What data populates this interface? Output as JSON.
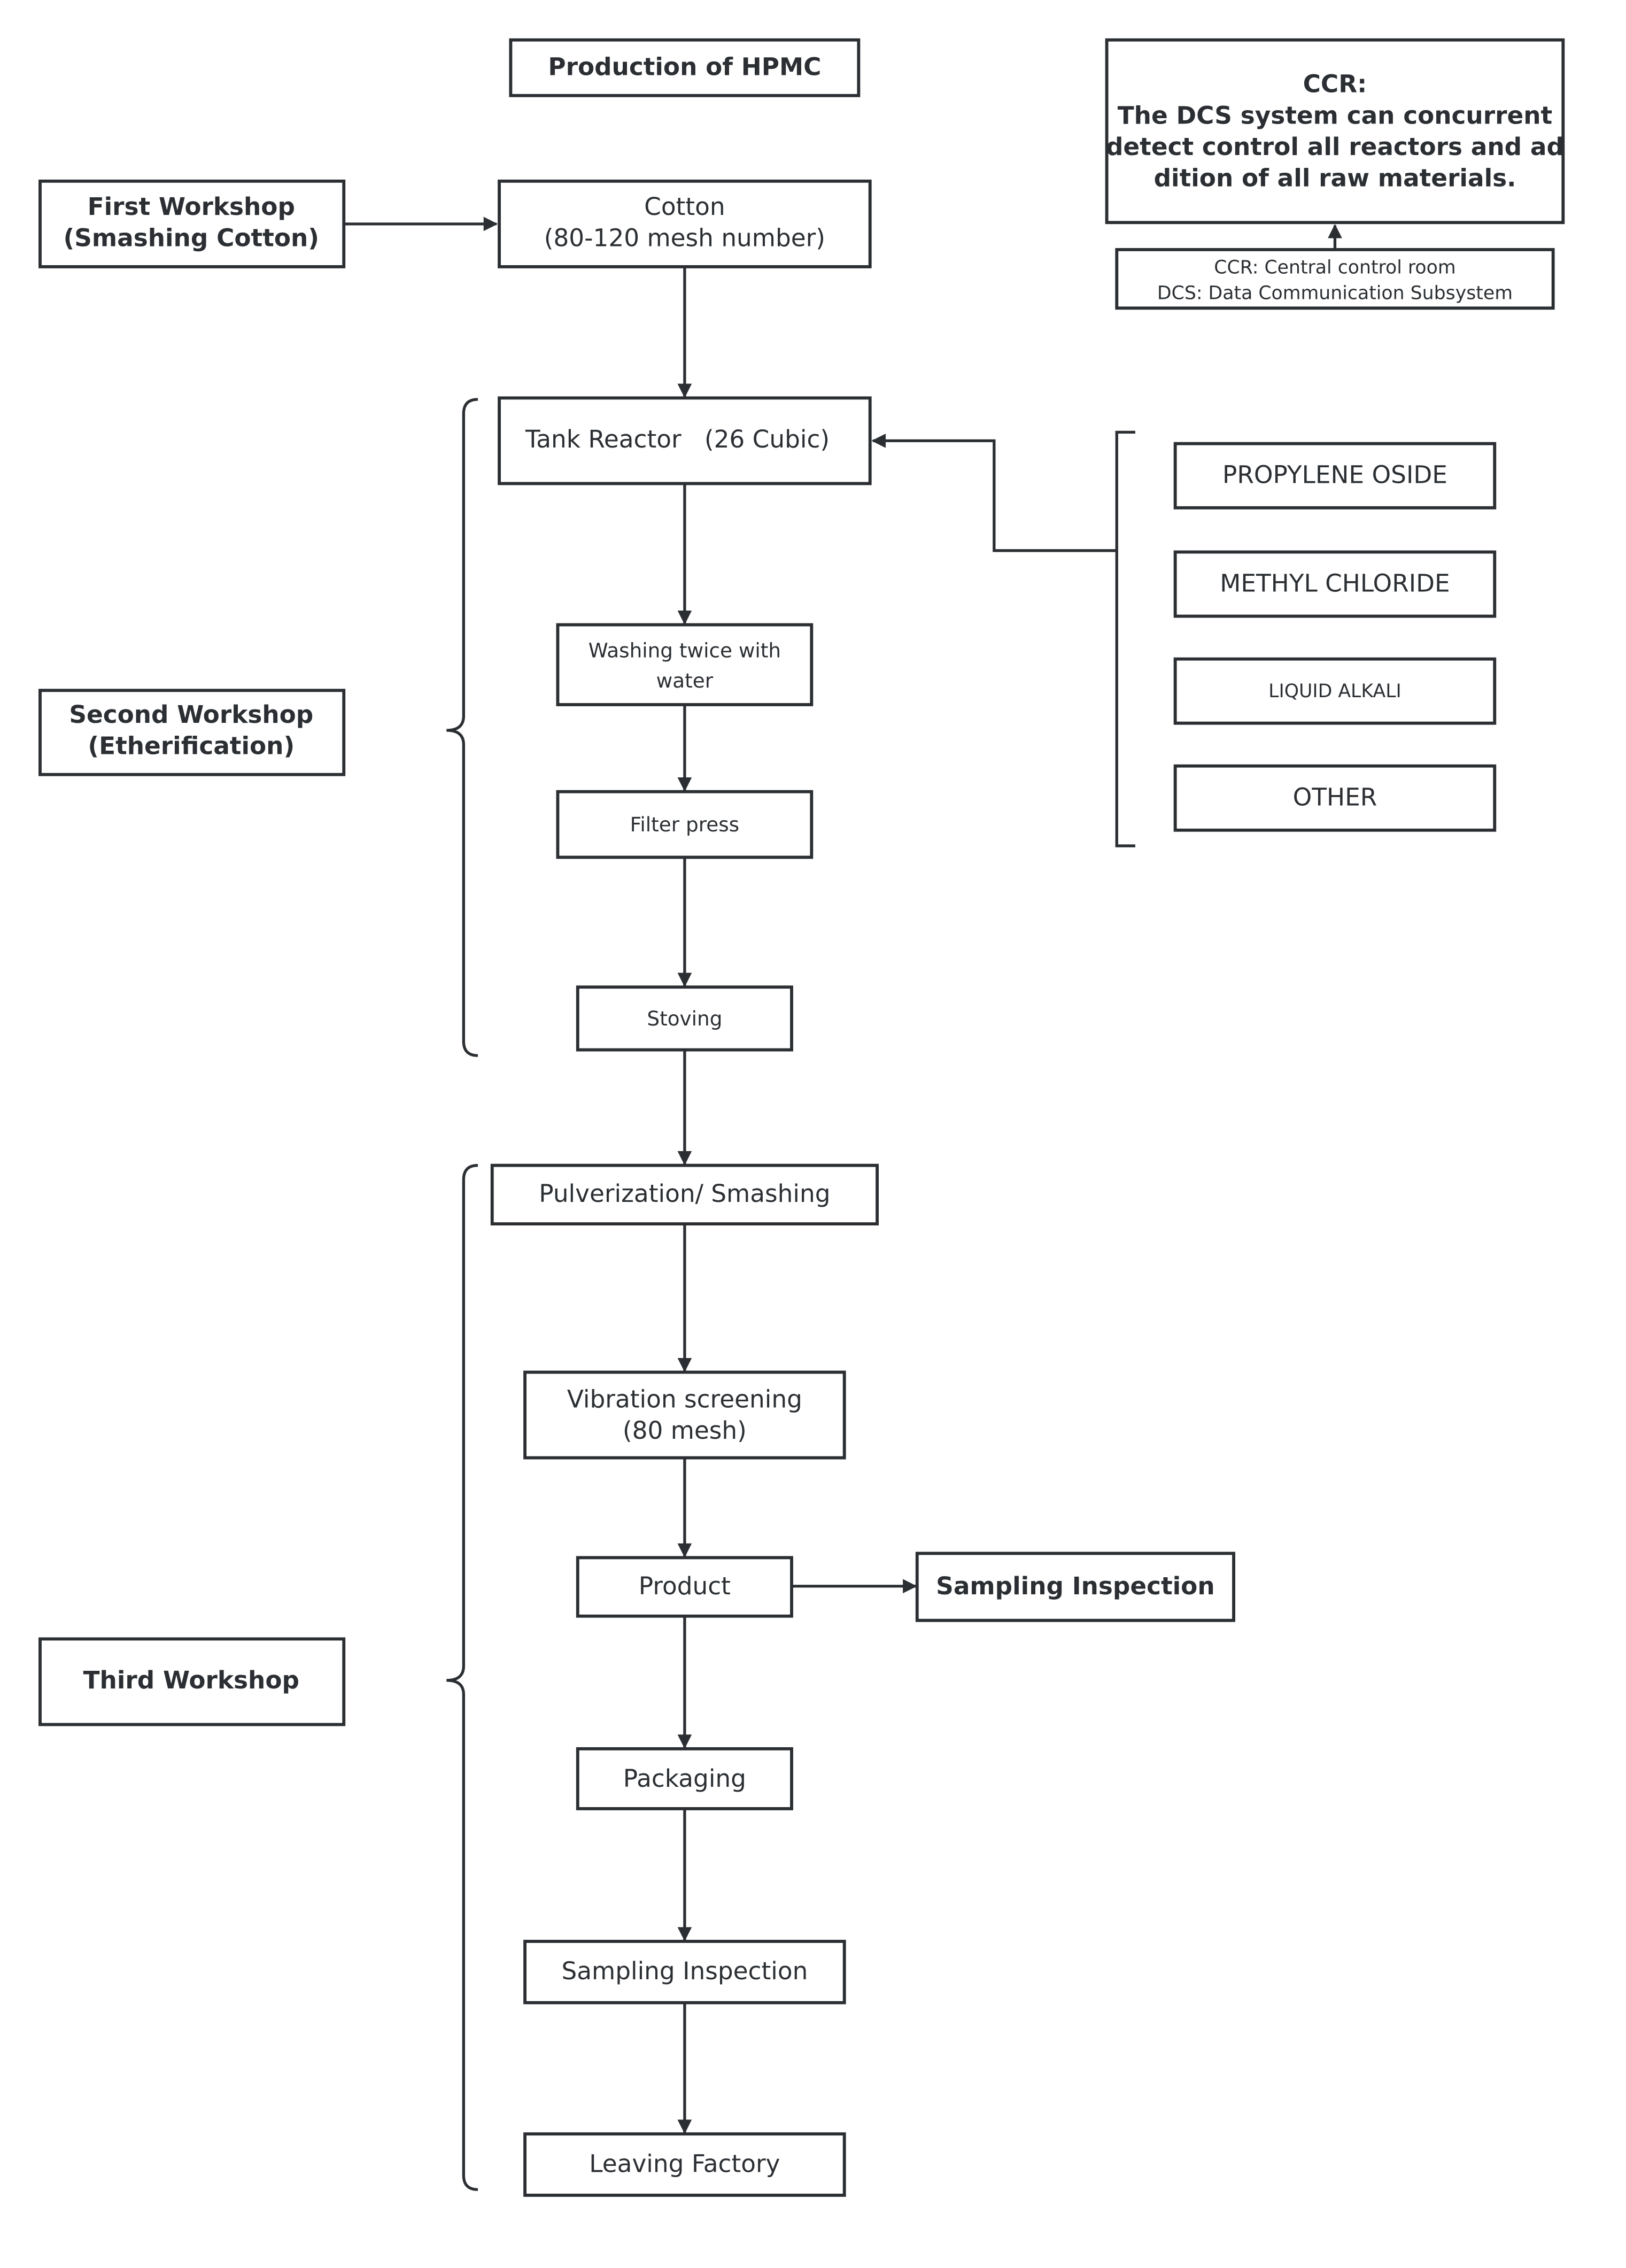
{
  "title": "Production of HPMC",
  "ccr": {
    "lines": [
      "CCR:",
      "The DCS system can concurrent",
      "detect control all reactors and ad",
      "dition of all raw materials."
    ],
    "legend": [
      "CCR:  Central control room",
      "DCS:  Data Communication Subsystem"
    ]
  },
  "workshops": {
    "first": [
      "First Workshop",
      "(Smashing Cotton)"
    ],
    "second": [
      "Second Workshop",
      "(Etherification)"
    ],
    "third": "Third Workshop"
  },
  "steps": {
    "cotton": [
      "Cotton",
      "(80-120 mesh number)"
    ],
    "tank": "Tank Reactor   (26 Cubic)",
    "washing": [
      "Washing twice with",
      "water"
    ],
    "filter": "Filter press",
    "stoving": "Stoving",
    "pulverization": "Pulverization/ Smashing",
    "vibration": [
      "Vibration screening",
      "(80 mesh)"
    ],
    "product": "Product",
    "sampling_side": "Sampling Inspection",
    "packaging": "Packaging",
    "sampling": "Sampling Inspection",
    "leaving": "Leaving Factory"
  },
  "materials": [
    "PROPYLENE OSIDE",
    "METHYL CHLORIDE",
    "LIQUID ALKALI",
    "OTHER"
  ]
}
